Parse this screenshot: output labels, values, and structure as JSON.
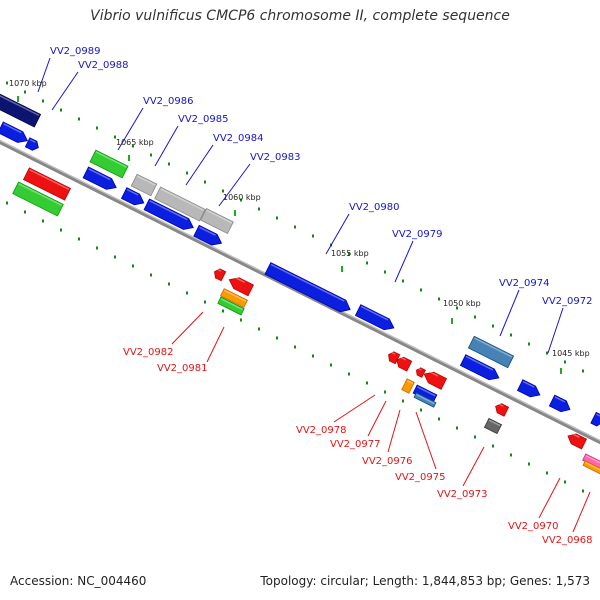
{
  "title": "Vibrio vulnificus CMCP6 chromosome II, complete sequence",
  "footer": {
    "accession": "Accession: NC_004460",
    "summary": "Topology: circular; Length: 1,844,853 bp; Genes: 1,573"
  },
  "tick_labels": [
    "1070 kbp",
    "1065 kbp",
    "1060 kbp",
    "1055 kbp",
    "1050 kbp",
    "1045 kbp"
  ],
  "forward_genes": [
    "VV2_0989",
    "VV2_0988",
    "VV2_0986",
    "VV2_0985",
    "VV2_0984",
    "VV2_0983",
    "VV2_0980",
    "VV2_0979",
    "VV2_0974",
    "VV2_0972"
  ],
  "reverse_genes": [
    "VV2_0982",
    "VV2_0981",
    "VV2_0978",
    "VV2_0977",
    "VV2_0976",
    "VV2_0975",
    "VV2_0973",
    "VV2_0970",
    "VV2_0968"
  ],
  "colors": {
    "backbone": "#888888",
    "forward_label": "#1515cc",
    "reverse_label": "#e01515",
    "gene_blue": "#0b1fe0",
    "gene_navy": "#0b1470",
    "gene_green": "#33cc33",
    "gene_grey": "#b8b8b8",
    "gene_red": "#ee1111",
    "gene_steel": "#4682b4",
    "gene_orange": "#ff9900",
    "gene_darkgrey": "#666666",
    "gene_pink": "#ff66aa",
    "tick": "#22aa22"
  }
}
